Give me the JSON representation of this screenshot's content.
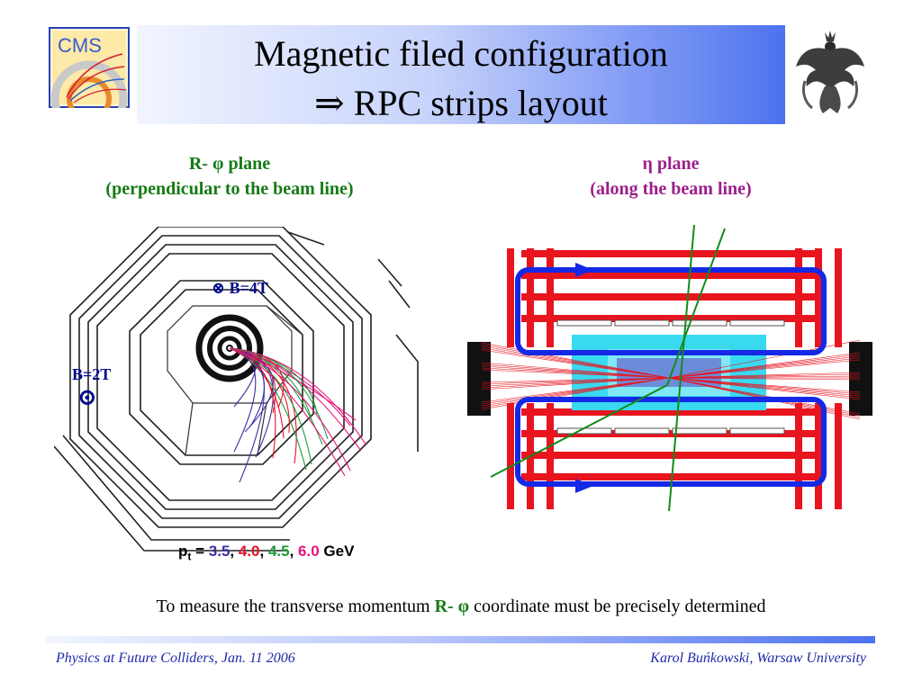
{
  "title": {
    "line1": "Magnetic filed configuration",
    "line2": "⇒ RPC strips layout"
  },
  "logos": {
    "cms_text": "CMS"
  },
  "left_panel": {
    "heading_line1": "R- φ plane",
    "heading_line2": "(perpendicular to the beam line)",
    "b_inner": "B=4T",
    "b_outer": "B=2T",
    "pt_caption": {
      "prefix": "p",
      "subscript": "t",
      "equals": " = ",
      "v1": "3.5",
      "v2": "4.0",
      "v3": "4.5",
      "v4": "6.0",
      "unit": " GeV",
      "sep": ", "
    },
    "colors": {
      "v1": "#3a2fa0",
      "v2": "#e8122a",
      "v3": "#1f9a3a",
      "v4": "#e8127e"
    }
  },
  "right_panel": {
    "heading_line1": "η plane",
    "heading_line2": "(along the beam line)"
  },
  "caption": {
    "before": "To measure the transverse momentum ",
    "highlight": "R- φ",
    "after": " coordinate must be precisely determined"
  },
  "footer": {
    "left": "Physics at Future Colliders, Jan. 11 2006",
    "right": "Karol Buńkowski, Warsaw University"
  },
  "colors": {
    "heading_green": "#157b15",
    "heading_purple": "#9c1f8c",
    "footer_blue": "#1f2aa8",
    "title_gradient_end": "#4d72ef"
  }
}
